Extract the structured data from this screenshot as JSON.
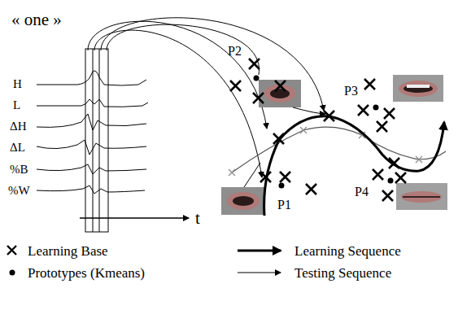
{
  "diagram": {
    "labels": [
      "« one »",
      "H",
      "L",
      "ΔH",
      "ΔL",
      "%B",
      "%W",
      "t",
      "P2",
      "P3",
      "P1",
      "P4"
    ],
    "legend": [
      {
        "text": "Learning Base"
      },
      {
        "text": "Prototypes (Kmeans)"
      },
      {
        "text": "Learning Sequence"
      },
      {
        "text": "Testing Sequence"
      }
    ]
  }
}
